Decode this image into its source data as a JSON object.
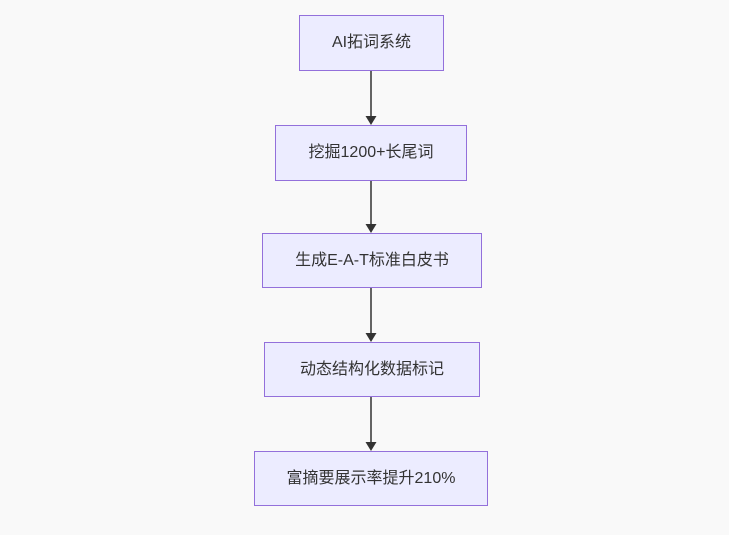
{
  "diagram": {
    "type": "flowchart-top-down",
    "nodes": [
      {
        "id": "A",
        "label": "AI拓词系统"
      },
      {
        "id": "B",
        "label": "挖掘1200+长尾词"
      },
      {
        "id": "C",
        "label": "生成E-A-T标准白皮书"
      },
      {
        "id": "D",
        "label": "动态结构化数据标记"
      },
      {
        "id": "E",
        "label": "富摘要展示率提升210%"
      }
    ],
    "edges": [
      {
        "from": "A",
        "to": "B",
        "style": "arrow-down"
      },
      {
        "from": "B",
        "to": "C",
        "style": "arrow-down"
      },
      {
        "from": "C",
        "to": "D",
        "style": "arrow-down"
      },
      {
        "from": "D",
        "to": "E",
        "style": "arrow-down"
      }
    ],
    "colors": {
      "node_fill": "#ECECFF",
      "node_border": "#9370DB",
      "node_text": "#333333",
      "edge": "#333333",
      "background": "#f9f9f9"
    }
  }
}
